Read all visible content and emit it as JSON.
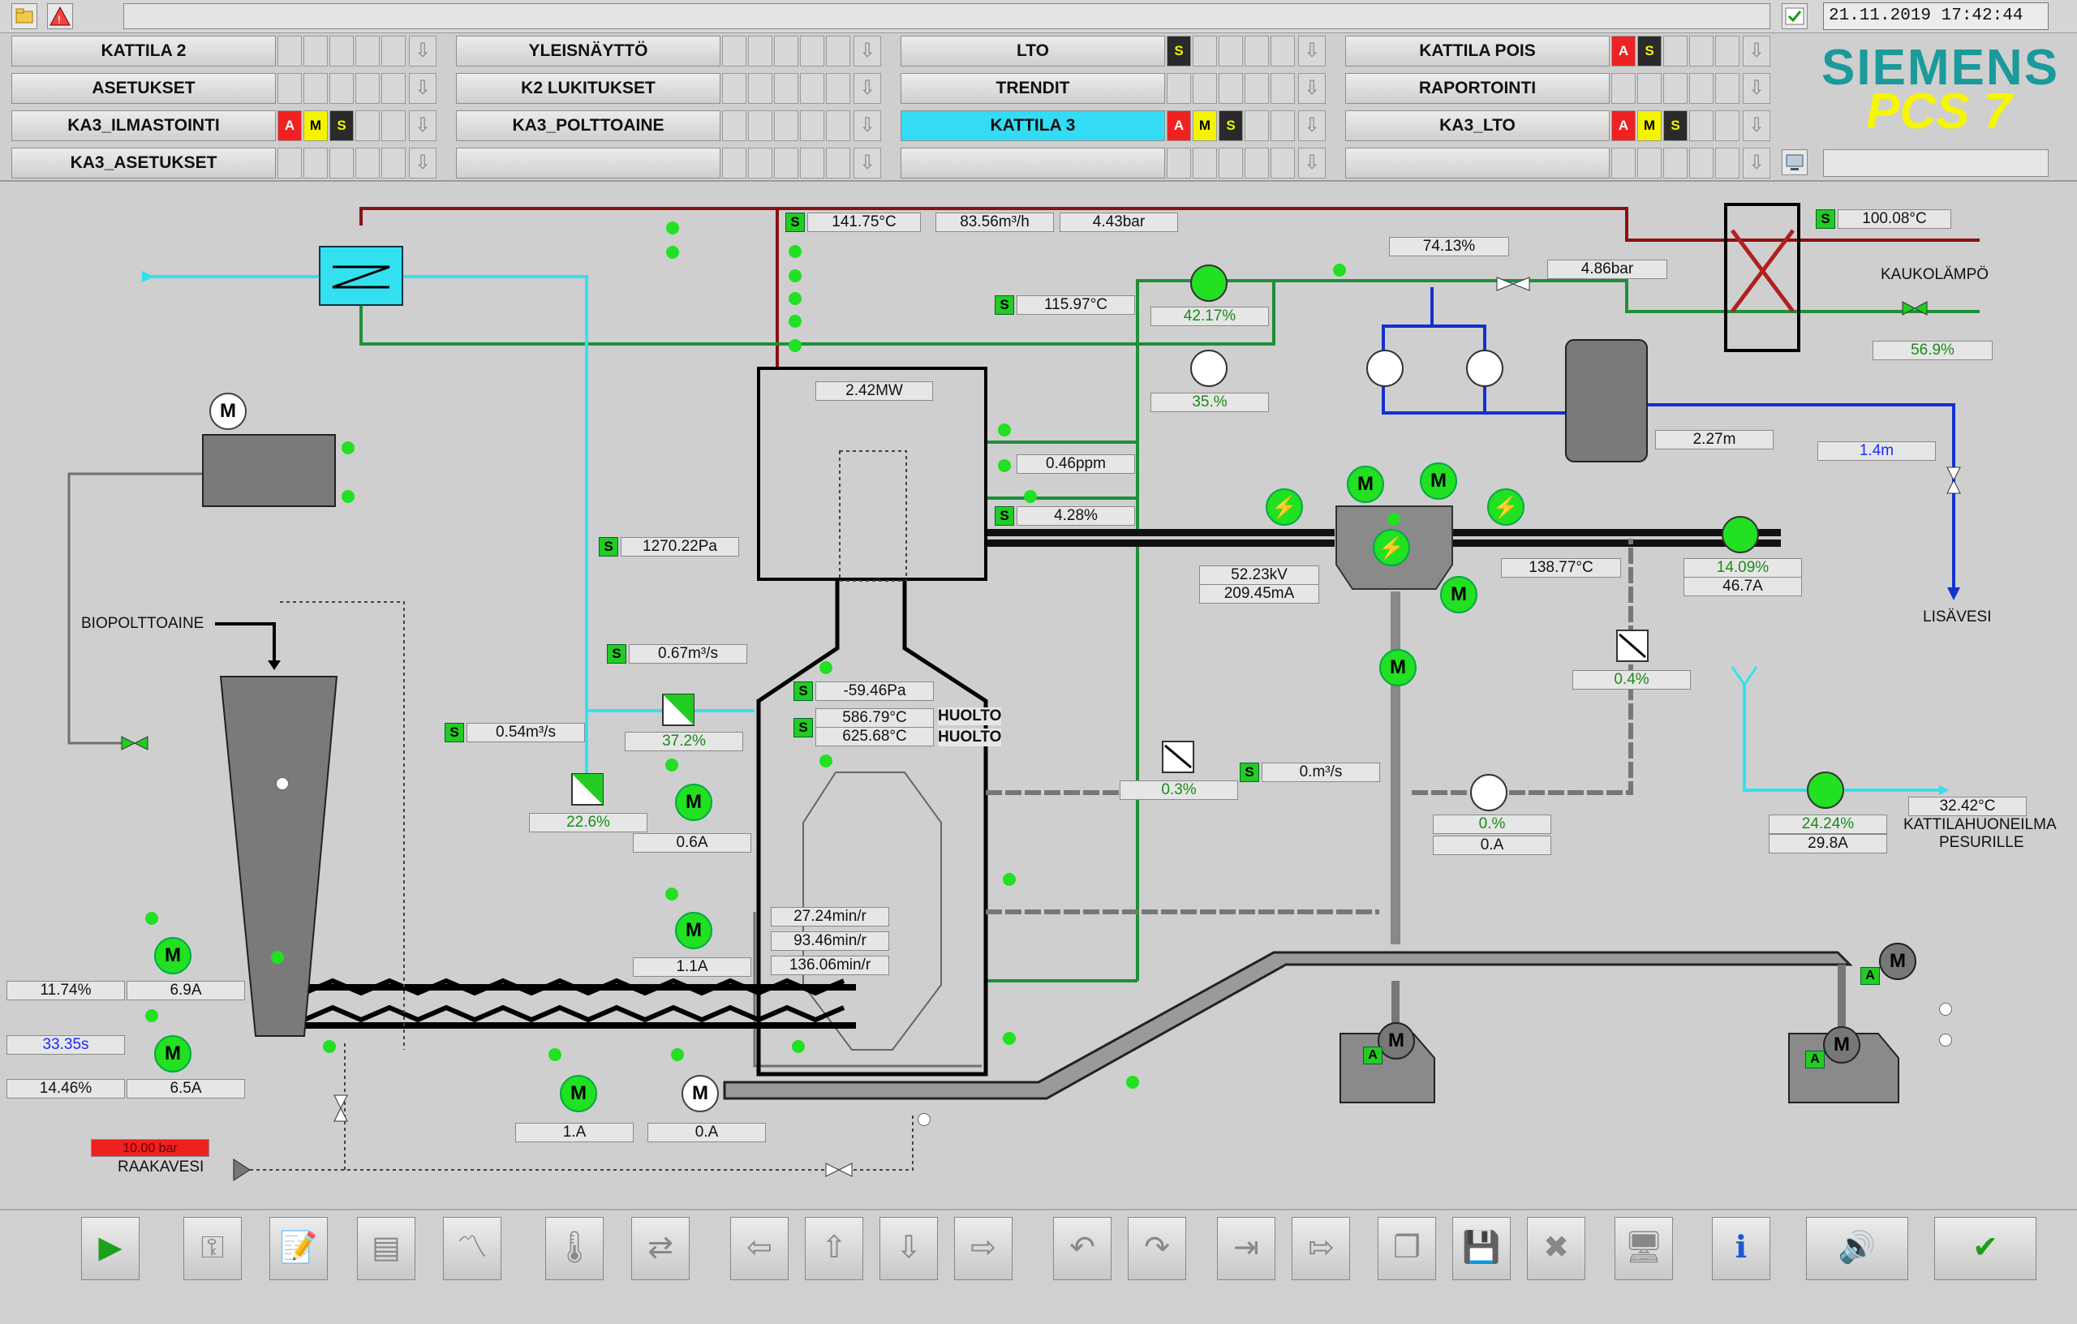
{
  "header": {
    "datetime": "21.11.2019 17:42:44",
    "nav": [
      {
        "label": "KATTILA 2",
        "leds": []
      },
      {
        "label": "YLEISNÄYTTÖ",
        "leds": []
      },
      {
        "label": "LTO",
        "leds": [
          "S"
        ]
      },
      {
        "label": "KATTILA POIS",
        "leds": [
          "A",
          "S"
        ]
      },
      {
        "label": "ASETUKSET",
        "leds": []
      },
      {
        "label": "K2 LUKITUKSET",
        "leds": []
      },
      {
        "label": "TRENDIT",
        "leds": []
      },
      {
        "label": "RAPORTOINTI",
        "leds": []
      },
      {
        "label": "KA3_ILMASTOINTI",
        "leds": [
          "A",
          "M",
          "S"
        ]
      },
      {
        "label": "KA3_POLTTOAINE",
        "leds": []
      },
      {
        "label": "KATTILA 3",
        "leds": [
          "A",
          "M",
          "S"
        ],
        "active": true
      },
      {
        "label": "KA3_LTO",
        "leds": [
          "A",
          "M",
          "S"
        ]
      },
      {
        "label": "KA3_ASETUKSET",
        "leds": []
      },
      {
        "label": "",
        "leds": []
      },
      {
        "label": "",
        "leds": []
      },
      {
        "label": "",
        "leds": []
      }
    ],
    "logo_brand": "SIEMENS",
    "logo_product": "PCS 7"
  },
  "process": {
    "supply_temp": "141.75°C",
    "supply_flow": "83.56m³/h",
    "supply_pressure": "4.43bar",
    "lto_percent": "74.13%",
    "lto_pressure": "4.86bar",
    "district_temp": "100.08°C",
    "district_label": "KAUKOLÄMPÖ",
    "district_valve": "56.9%",
    "return_temp": "115.97°C",
    "pump1": "42.17%",
    "pump2": "35.%",
    "boiler_power": "2.42MW",
    "emission": "0.46ppm",
    "oxygen": "4.28%",
    "tank_level": "2.27m",
    "makeup_level": "1.4m",
    "makeup_label": "LISÄVESI",
    "esp_voltage": "52.23kV",
    "esp_current": "209.45mA",
    "flue_temp": "138.77°C",
    "flue_fan_speed": "14.09%",
    "flue_fan_current": "46.7A",
    "furnace_pressure_air": "1270.22Pa",
    "primary_flow": "0.67m³/s",
    "secondary_flow": "0.54m³/s",
    "primary_damper": "37.2%",
    "secondary_damper": "22.6%",
    "fan_current": "0.6A",
    "furnace_pressure": "-59.46Pa",
    "furnace_temp1": "586.79°C",
    "furnace_temp2": "625.68°C",
    "huolto1": "HUOLTO",
    "huolto2": "HUOLTO",
    "recirc_damper": "0.3%",
    "recirc_flow": "0.m³/s",
    "small_damper": "0.4%",
    "ash_fan_pct": "0.%",
    "ash_fan_a": "0.A",
    "room_fan_pct": "24.24%",
    "room_fan_a": "29.8A",
    "room_temp": "32.42°C",
    "room_label1": "KATTILAHUONEILMA",
    "room_label2": "PESURILLE",
    "fuel_label": "BIOPOLTTOAINE",
    "grate1": "27.24min/r",
    "grate2": "93.46min/r",
    "grate3": "136.06min/r",
    "grate_current": "1.1A",
    "feed_pct": "11.74%",
    "feed_a": "6.9A",
    "feed_time": "33.35s",
    "feed2_pct": "14.46%",
    "feed2_a": "6.5A",
    "bottom1_a": "1.A",
    "bottom2_a": "0.A",
    "raw_water_label": "RAAKAVESI",
    "raw_water_value": "10.00 bar"
  },
  "toolbar": {
    "buttons": [
      "play-icon",
      "key-icon",
      "notepad-icon",
      "report-icon",
      "trend-icon",
      "thermometer-icon",
      "screen-swap-icon",
      "arrow-left-icon",
      "arrow-up-icon",
      "arrow-down-icon",
      "arrow-right-icon",
      "undo-icon",
      "redo-icon",
      "import-icon",
      "export-icon",
      "copy-icon",
      "save-icon",
      "delete-icon",
      "monitor-icon",
      "info-icon",
      "speaker-icon",
      "acknowledge-icon"
    ]
  },
  "colors": {
    "steam": "#8b1010",
    "water": "#1f8f3a",
    "air": "#33e0f0",
    "blue": "#1530d0",
    "active": "#33dcf4"
  }
}
